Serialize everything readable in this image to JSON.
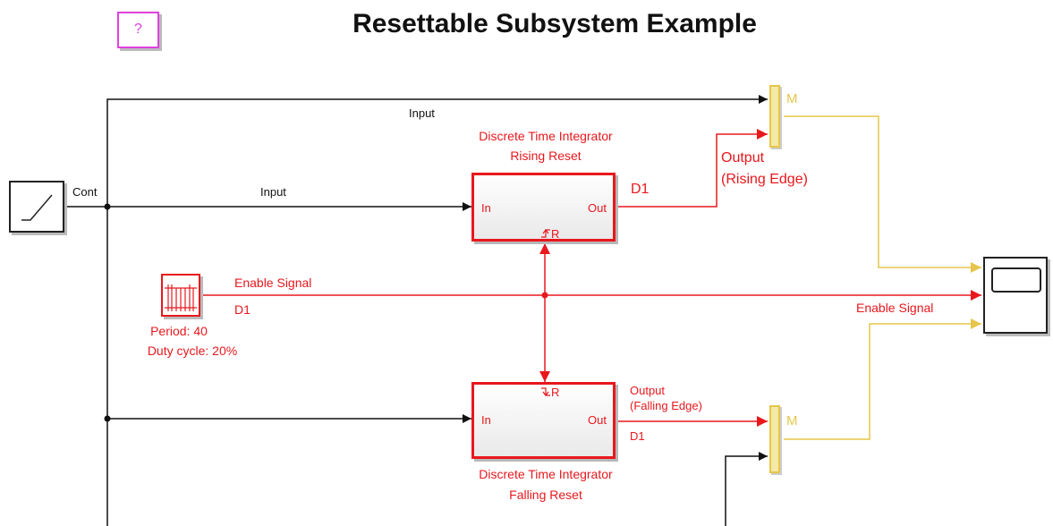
{
  "title": "Resettable Subsystem Example",
  "help_button": {
    "label": "?"
  },
  "ramp": {
    "label": "Cont"
  },
  "pulse": {
    "signal_label": "Enable Signal",
    "rate_label": "D1",
    "period": "Period: 40",
    "duty_cycle": "Duty cycle: 20%"
  },
  "subsystem_rising": {
    "title_line1": "Discrete Time Integrator",
    "title_line2": "Rising Reset",
    "in_port": "In",
    "out_port": "Out",
    "reset_port": "R",
    "rate_label": "D1",
    "output_line1": "Output",
    "output_line2": "(Rising Edge)"
  },
  "subsystem_falling": {
    "title_line1": "Discrete Time Integrator",
    "title_line2": "Falling Reset",
    "in_port": "In",
    "out_port": "Out",
    "reset_port": "R",
    "rate_label": "D1",
    "output_line1": "Output",
    "output_line2": "(Falling Edge)"
  },
  "mux_top": {
    "label": "M"
  },
  "mux_bottom": {
    "label": "M"
  },
  "signals": {
    "input_top": "Input",
    "input_mid": "Input",
    "enable_scope": "Enable Signal"
  },
  "colors": {
    "signal_continuous": "#111111",
    "signal_discrete": "#e8181d",
    "signal_mux": "#e6c64a",
    "help_border": "#e040e0"
  }
}
